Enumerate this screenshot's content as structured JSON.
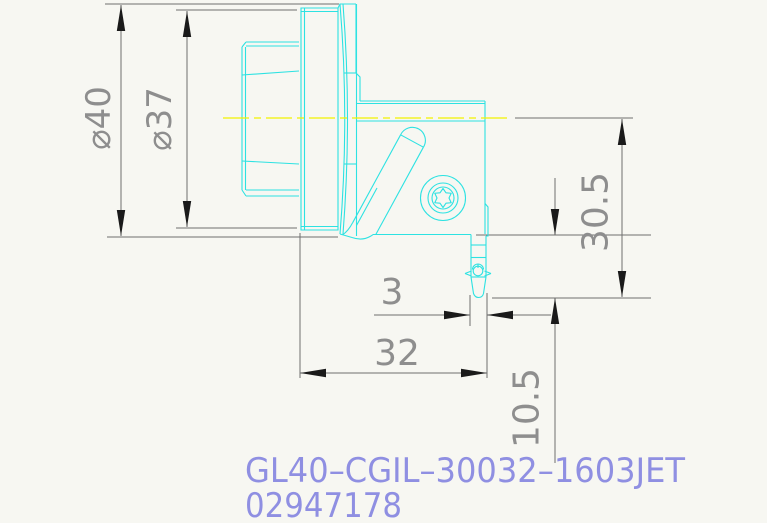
{
  "colors": {
    "bg": "#f7f7f2",
    "part": "#2de2e2",
    "centerline": "#f2f200",
    "dim-line": "#6f6f6f",
    "dim-text": "#8e8e8e",
    "arrow": "#1a1a1a",
    "part-number": "#8f8fe2"
  },
  "dimensions": {
    "outer_diameter": "⌀40",
    "body_diameter": "⌀37",
    "center_to_tip": "30.5",
    "insert_width": "3",
    "head_length": "32",
    "tip_offset": "10.5"
  },
  "labels": {
    "part_number": "GL40–CGIL–30032–1603JET",
    "order_number": "02947178"
  }
}
